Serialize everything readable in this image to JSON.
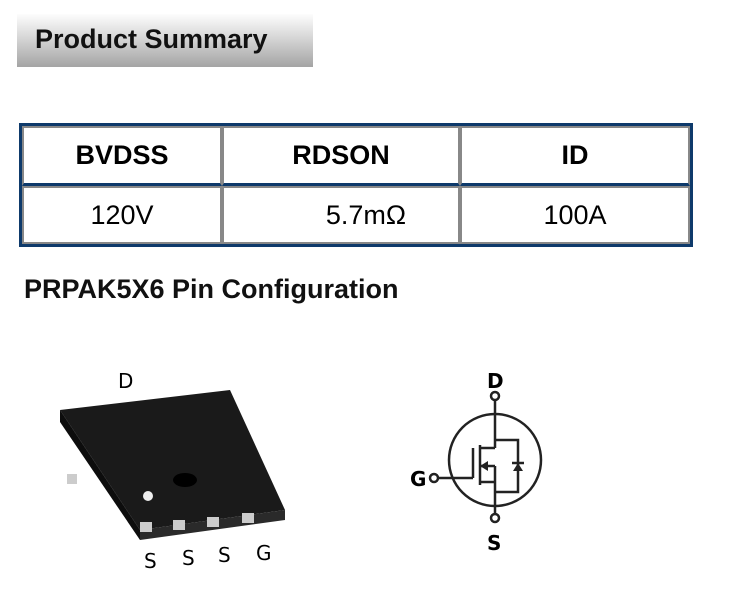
{
  "banner": {
    "title": "Product Summary"
  },
  "summary_table": {
    "headers": [
      "BVDSS",
      "RDSON",
      "ID"
    ],
    "values": [
      "120V",
      "5.7mΩ",
      "100A"
    ]
  },
  "pin_config": {
    "title": "PRPAK5X6 Pin Configuration",
    "package_labels": {
      "top": "D",
      "bottom": [
        "S",
        "S",
        "S",
        "G"
      ]
    },
    "symbol_labels": {
      "drain": "D",
      "gate": "G",
      "source": "S"
    }
  }
}
